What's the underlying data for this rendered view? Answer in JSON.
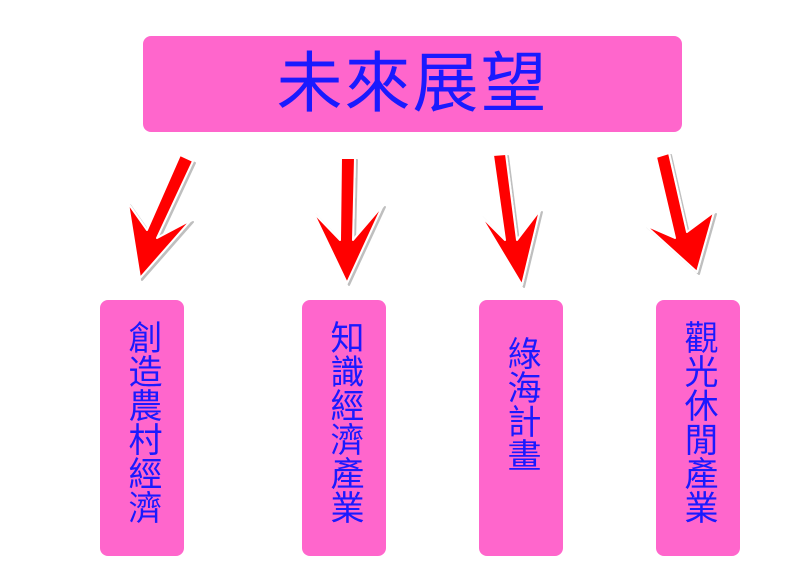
{
  "title": "未來展望",
  "items": [
    {
      "label": "創造農村經濟"
    },
    {
      "label": "知識經濟產業"
    },
    {
      "label": "綠海計畫"
    },
    {
      "label": "觀光休閒產業"
    }
  ],
  "colors": {
    "box_fill": "#ff66cc",
    "text": "#1a1aff",
    "arrow": "#ff0000",
    "arrow_outline": "#ffffff"
  }
}
